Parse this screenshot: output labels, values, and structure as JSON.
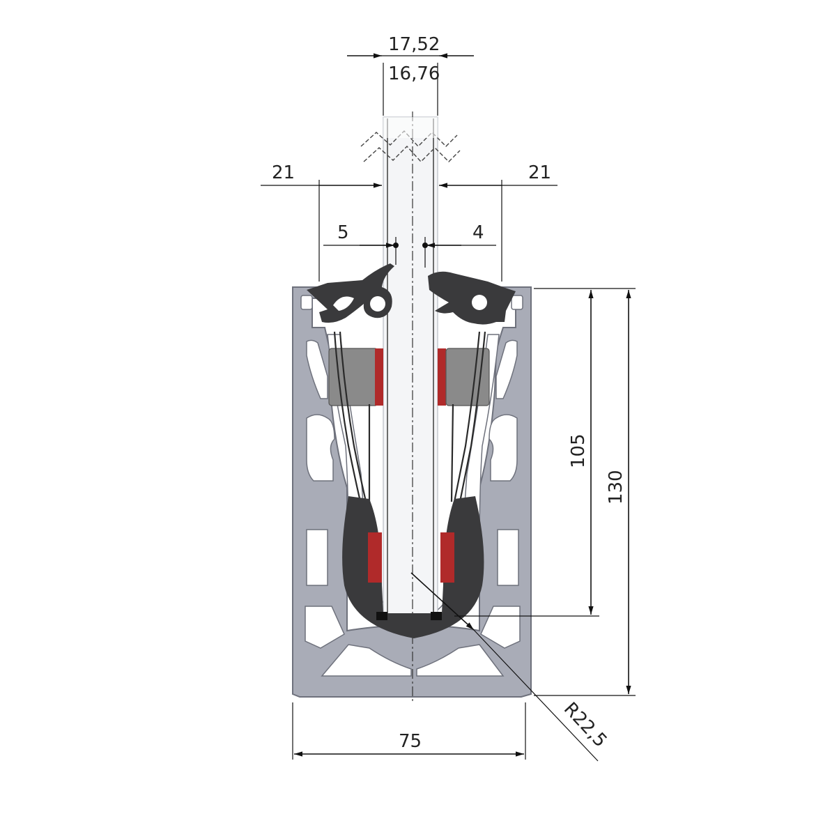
{
  "drawing": {
    "dimensions": {
      "glass_thickness_max": "17,52",
      "glass_thickness_min": "16,76",
      "left_top_gap": "21",
      "right_top_gap": "21",
      "left_inner_gap": "5",
      "right_inner_gap": "4",
      "depth_inner": "105",
      "height_total": "130",
      "width_total": "75",
      "bottom_radius": "R22,5"
    },
    "colors": {
      "profile": "#a9acb7",
      "profile_edge": "#6e717c",
      "gasket": "#3a3a3c",
      "shim_grey": "#8a8a8a",
      "shim_red": "#b02a2a",
      "glass": "#f4f5f7"
    }
  }
}
